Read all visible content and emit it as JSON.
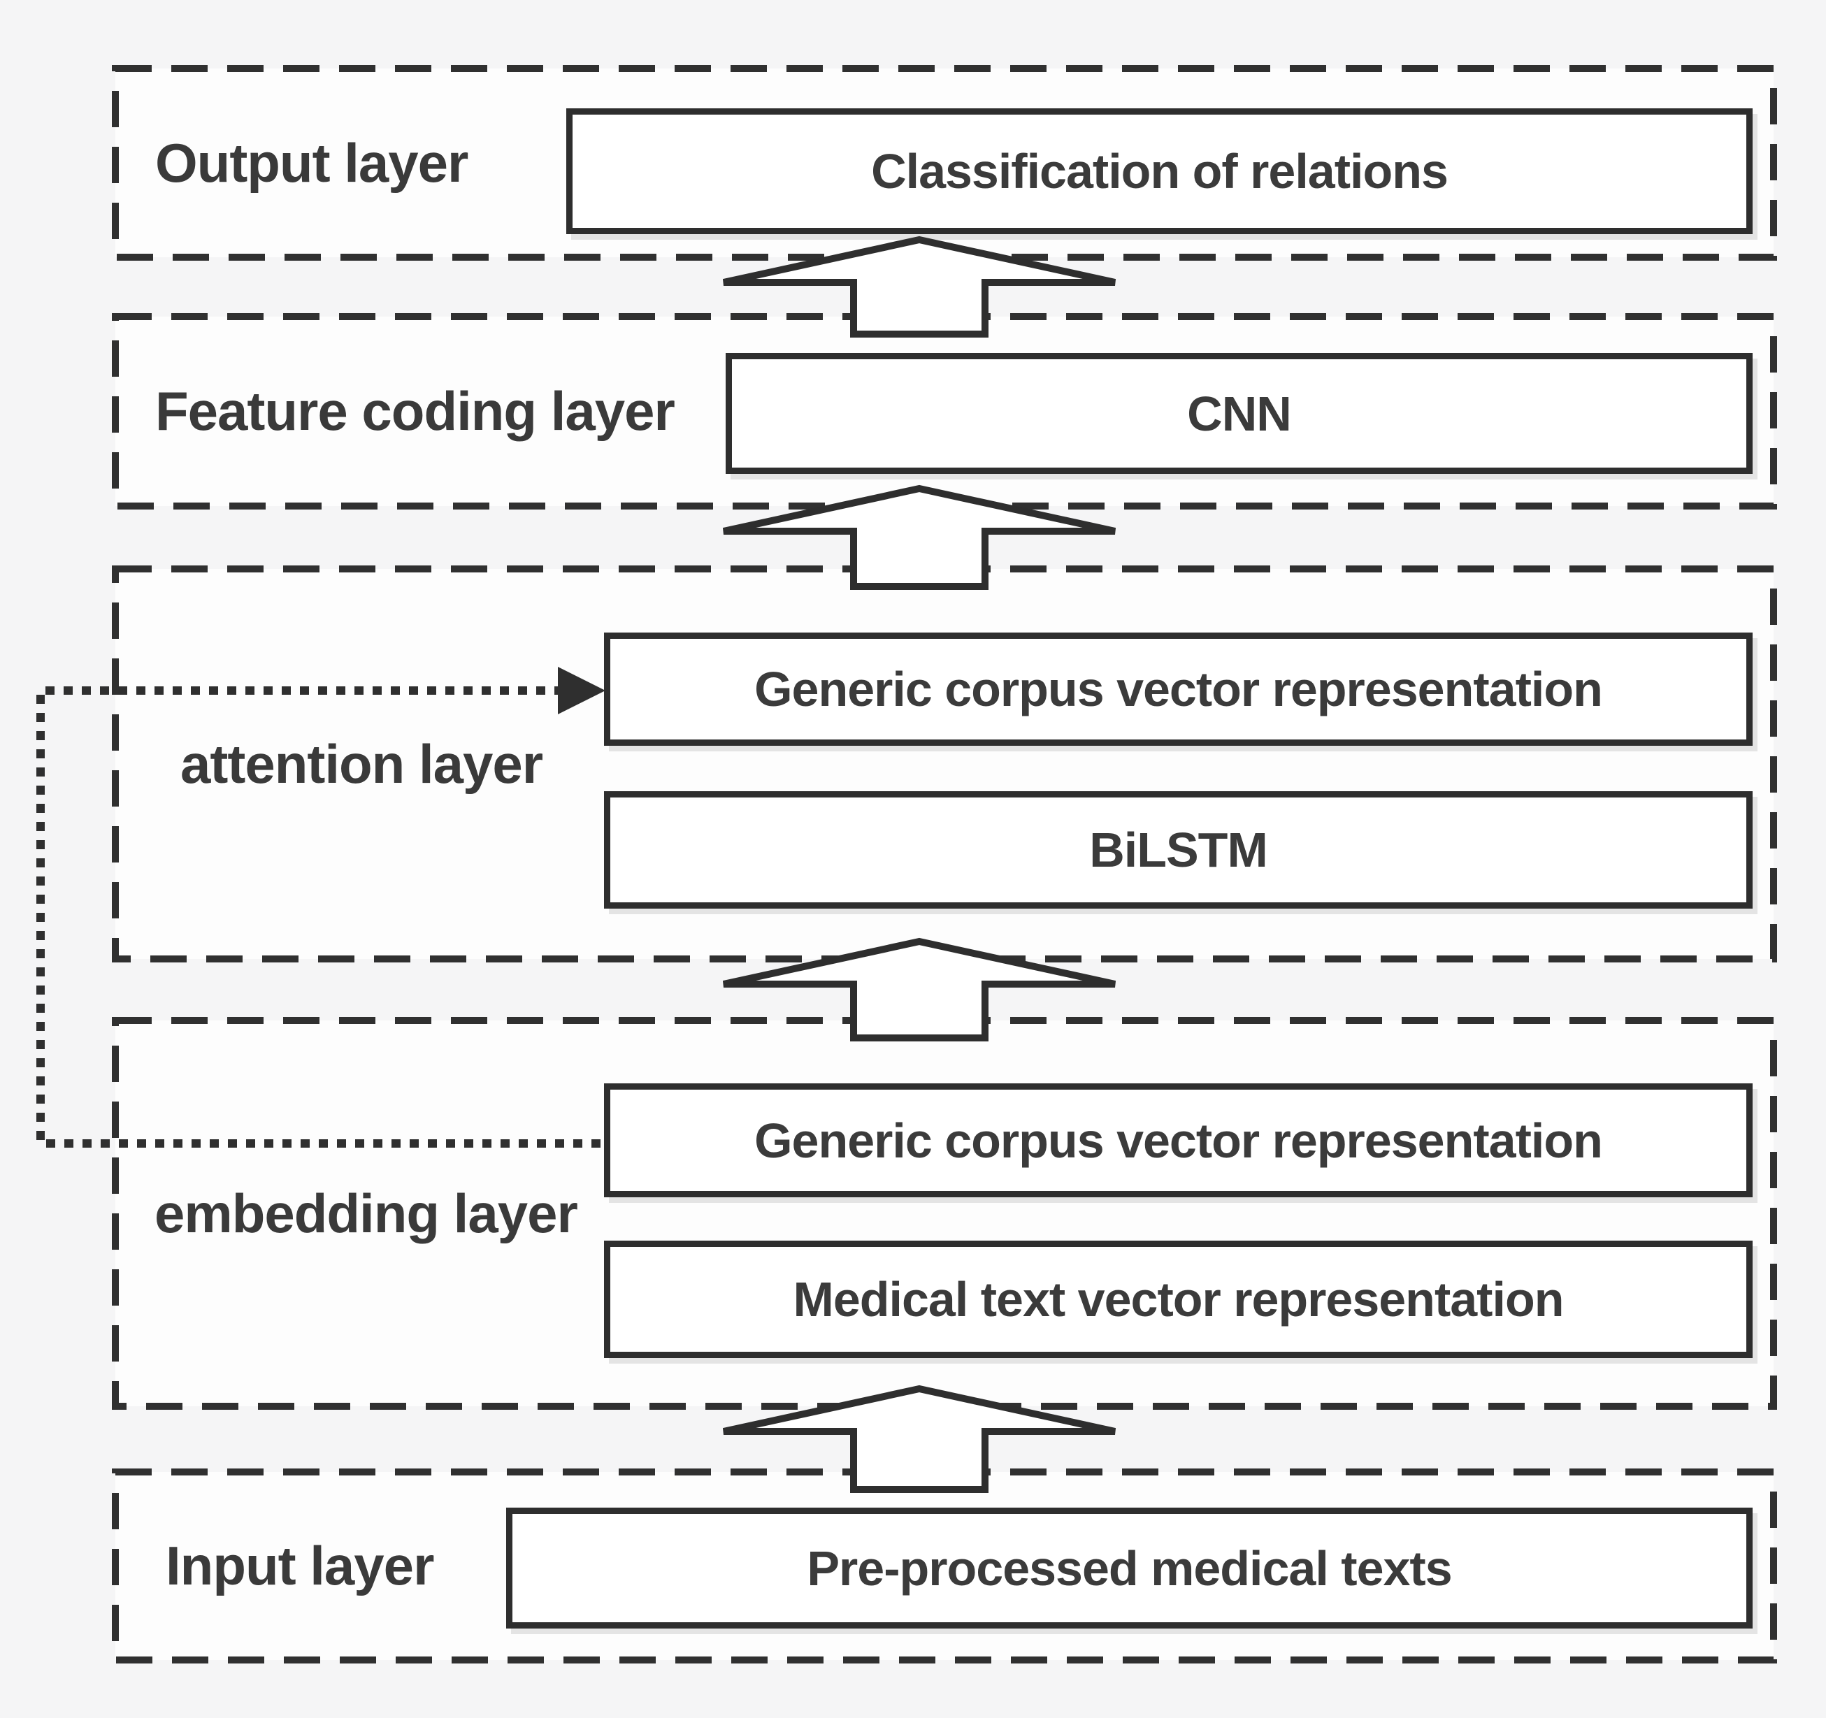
{
  "figure": {
    "type": "model-architecture-diagram",
    "layers": [
      {
        "label": "Output layer",
        "boxes": [
          "Classification of relations"
        ]
      },
      {
        "label": "Feature coding layer",
        "boxes": [
          "CNN"
        ]
      },
      {
        "label": "attention layer",
        "boxes": [
          "Generic corpus vector representation",
          "BiLSTM"
        ]
      },
      {
        "label": "embedding layer",
        "boxes": [
          "Generic corpus vector representation",
          "Medical text vector representation"
        ]
      },
      {
        "label": "Input layer",
        "boxes": [
          "Pre-processed medical texts"
        ]
      }
    ],
    "connectors": {
      "up_arrow_count": 4,
      "up_arrow_description": "hollow block arrows pointing upward between consecutive layers",
      "feedback_line": "dotted polyline from embedding-layer 'Generic corpus vector representation' left edge, around the left side, into attention-layer 'Generic corpus vector representation' with solid arrowhead"
    },
    "colors": {
      "line": "#2e2e2e",
      "text": "#3a3a3a",
      "box_fill": "#ffffff",
      "row_fill": "#fdfdfd",
      "page_bg": "#f5f5f6"
    }
  }
}
